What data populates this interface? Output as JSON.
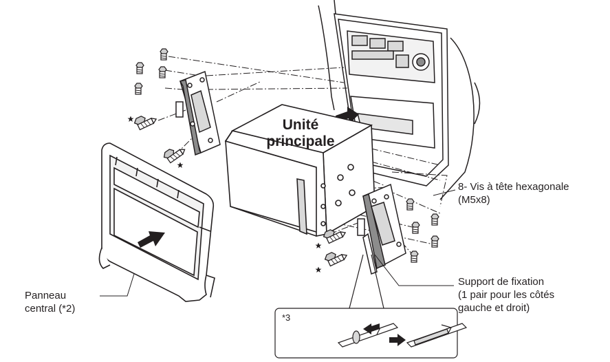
{
  "labels": {
    "main_unit_line1": "Unité",
    "main_unit_line2": "principale",
    "hex_screw_line1": "8- Vis à tête hexagonale",
    "hex_screw_line2": "(M5x8)",
    "bracket_line1": "Support de fixation",
    "bracket_line2": "(1 pair pour les côtés",
    "bracket_line3": "gauche et droit)",
    "panel_line1": "Panneau",
    "panel_line2": "central (*2)",
    "inset_note": "*3"
  },
  "colors": {
    "line": "#231f20",
    "fill_light": "#ffffff",
    "fill_gray": "#d9d9d9",
    "fill_dark": "#8c8c8c",
    "arrow": "#231f20"
  },
  "icons": {
    "screw": "hex-screw-icon",
    "star": "star-icon",
    "arrow": "arrow-icon"
  }
}
